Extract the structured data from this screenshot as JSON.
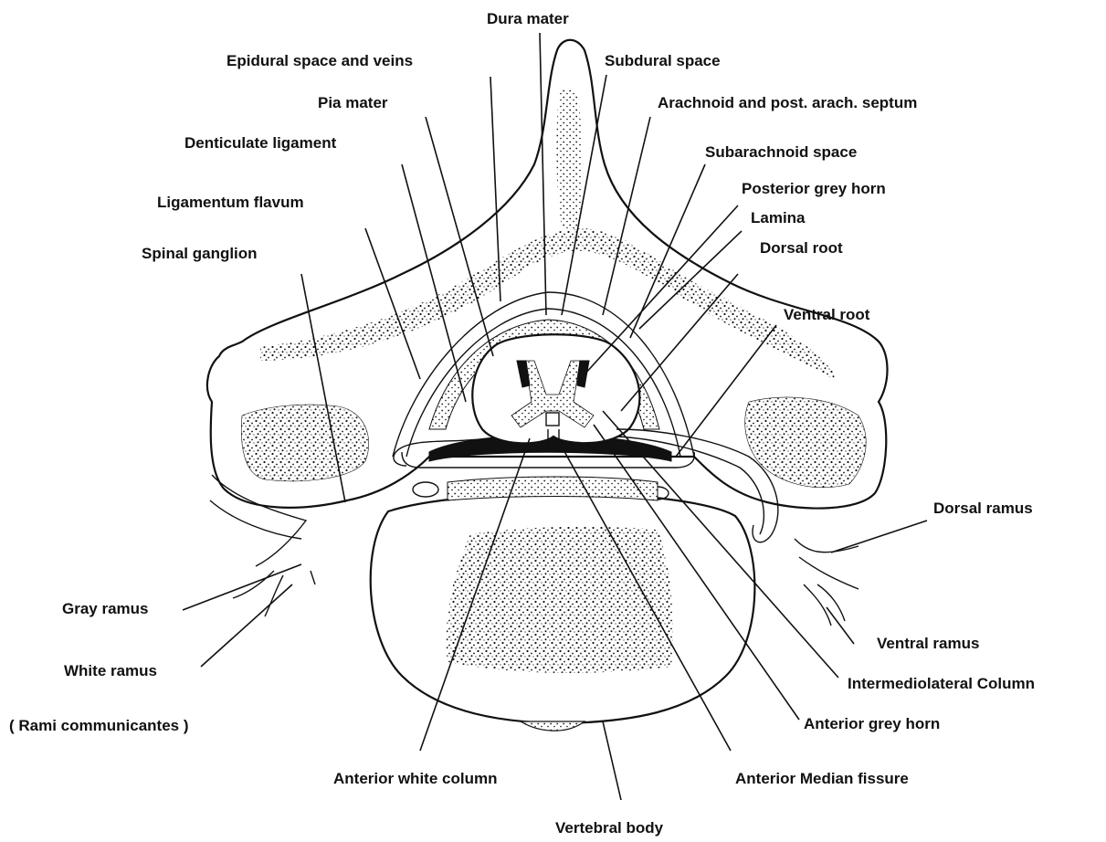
{
  "labels": {
    "dura_mater": "Dura mater",
    "epidural_space": "Epidural space and veins",
    "subdural_space": "Subdural space",
    "pia_mater": "Pia mater",
    "arachnoid": "Arachnoid and post. arach. septum",
    "denticulate": "Denticulate ligament",
    "subarachnoid": "Subarachnoid space",
    "posterior_grey_horn": "Posterior grey horn",
    "ligamentum_flavum": "Ligamentum  flavum",
    "lamina": "Lamina",
    "spinal_ganglion": "Spinal ganglion",
    "dorsal_root": "Dorsal root",
    "ventral_root": "Ventral root",
    "dorsal_ramus": "Dorsal ramus",
    "gray_ramus": "Gray ramus",
    "white_ramus": "White ramus",
    "rami_communicantes": "( Rami communicantes )",
    "ventral_ramus": "Ventral ramus",
    "intermediolateral": "Intermediolateral Column",
    "anterior_grey_horn": "Anterior grey horn",
    "anterior_white_column": "Anterior white column",
    "anterior_median_fissure": "Anterior Median fissure",
    "vertebral_body": "Vertebral body"
  }
}
